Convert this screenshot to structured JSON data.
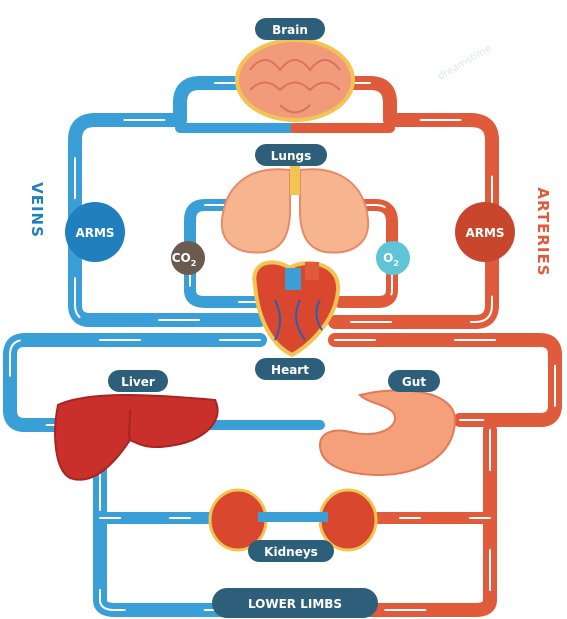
{
  "labels": {
    "brain": "Brain",
    "lungs": "Lungs",
    "heart": "Heart",
    "liver": "Liver",
    "gut": "Gut",
    "kidneys": "Kidneys",
    "lower_limbs": "LOWER LIMBS",
    "arms_left": "ARMS",
    "arms_right": "ARMS",
    "co2": "CO",
    "co2_sub": "2",
    "o2": "O",
    "o2_sub": "2",
    "veins": "VEINS",
    "arteries": "ARTERIES"
  },
  "colors": {
    "vein": "#3a9fd6",
    "vein_dark": "#1f7fbf",
    "artery": "#e05a3c",
    "artery_dark": "#c8462c",
    "label_pill": "#2e5f7a",
    "organ_liver": "#c9302c",
    "organ_gut": "#f4a07a",
    "organ_lungs": "#f6b58f",
    "organ_brain": "#f29b7a",
    "kidney": "#d9472f",
    "gold": "#f3c452",
    "co2_bg": "#6b5a4e",
    "o2_bg": "#5fc4d8"
  },
  "watermark": "dreamstime"
}
